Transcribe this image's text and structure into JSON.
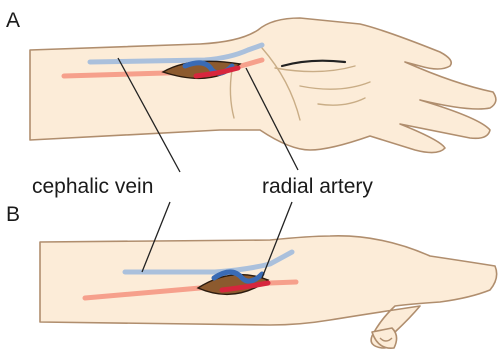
{
  "panels": [
    {
      "letter": "A"
    },
    {
      "letter": "B"
    }
  ],
  "labels": {
    "vein": "cephalic vein",
    "artery": "radial artery"
  },
  "colors": {
    "skin_fill": "#fcecd8",
    "skin_outline": "#b08e6e",
    "palm_crease": "#c9ad86",
    "vein": "#aac0dc",
    "artery": "#f6a08c",
    "incision": "#8c5a2e",
    "vessel_exposed_blue": "#3a6bb5",
    "vessel_exposed_red": "#d7263d",
    "leader_line": "#222222"
  }
}
